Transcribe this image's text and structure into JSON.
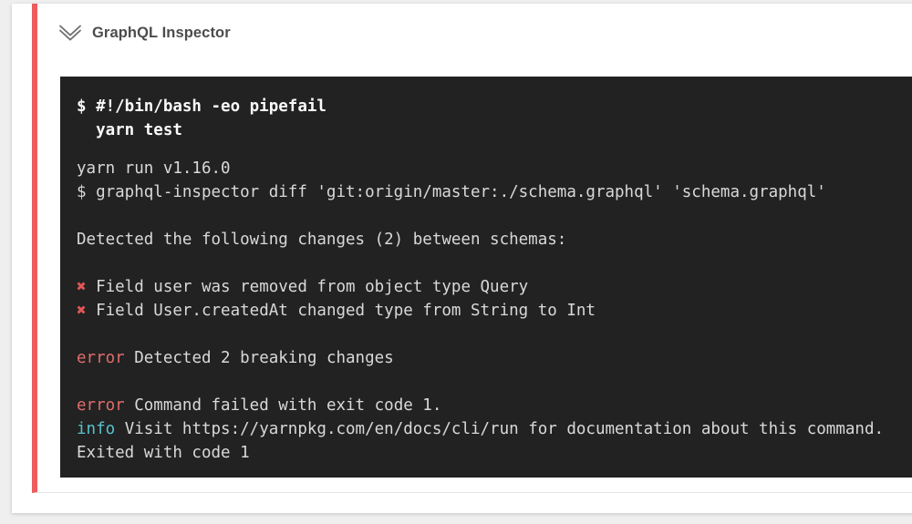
{
  "colors": {
    "page_bg": "#efefef",
    "card_bg": "#ffffff",
    "fail_stripe": "#ec5c5c",
    "step_divider": "#e7e7e7",
    "header_text": "#4c4c4c",
    "chevron": "#6f6f6f",
    "terminal_bg": "#222222",
    "terminal_text": "#d9d9d9",
    "terminal_bold": "#fafafa",
    "xmark_red": "#e25757",
    "error_red": "#e06c6c",
    "info_cyan": "#56c3ce"
  },
  "step": {
    "title": "GraphQL Inspector",
    "collapse_icon": "chevron-double-down-icon"
  },
  "terminal": {
    "command_lines": [
      "$ #!/bin/bash -eo pipefail",
      "  yarn test"
    ],
    "output_lines": [
      [
        {
          "text": "yarn run v1.16.0",
          "style": "default"
        }
      ],
      [
        {
          "text": "$ graphql-inspector diff 'git:origin/master:./schema.graphql' 'schema.graphql'",
          "style": "default"
        }
      ],
      [],
      [
        {
          "text": "Detected the following changes (2) between schemas:",
          "style": "default"
        }
      ],
      [],
      [
        {
          "text": "✖ ",
          "style": "xmark"
        },
        {
          "text": "Field user was removed from object type Query",
          "style": "default"
        }
      ],
      [
        {
          "text": "✖ ",
          "style": "xmark"
        },
        {
          "text": "Field User.createdAt changed type from String to Int",
          "style": "default"
        }
      ],
      [],
      [
        {
          "text": "error",
          "style": "error"
        },
        {
          "text": " Detected 2 breaking changes",
          "style": "default"
        }
      ],
      [],
      [
        {
          "text": "error",
          "style": "error"
        },
        {
          "text": " Command failed with exit code 1.",
          "style": "default"
        }
      ],
      [
        {
          "text": "info",
          "style": "info"
        },
        {
          "text": " Visit https://yarnpkg.com/en/docs/cli/run for documentation about this command.",
          "style": "default"
        }
      ],
      [
        {
          "text": "Exited with code 1",
          "style": "default"
        }
      ]
    ]
  }
}
